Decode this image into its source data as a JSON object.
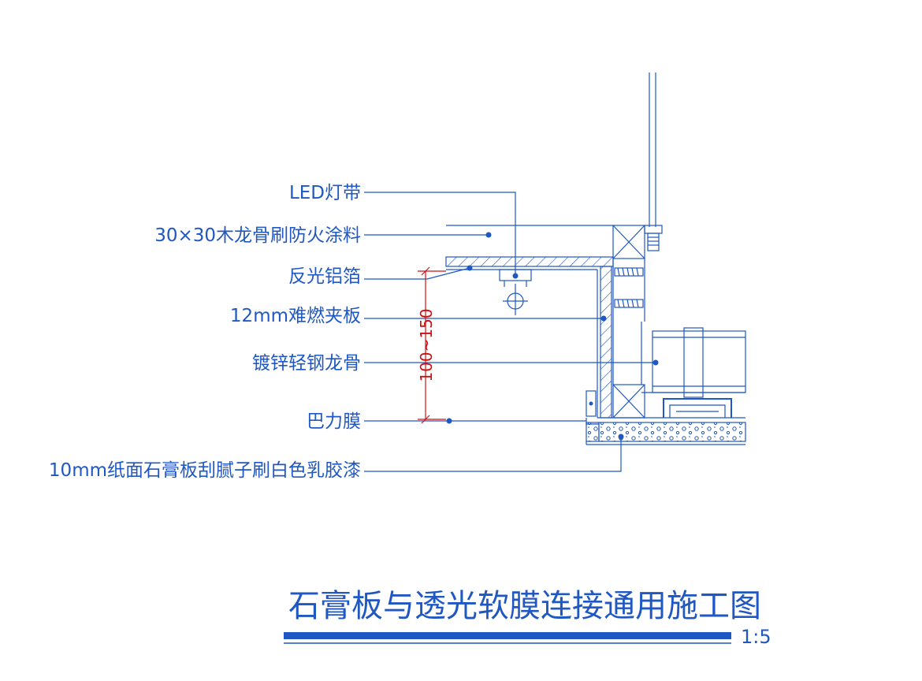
{
  "labels": {
    "led_strip": "LED灯带",
    "wood_keel": "30×30木龙骨刷防火涂料",
    "reflective_foil": "反光铝箔",
    "fire_board": "12mm难燃夹板",
    "steel_keel": "镀锌轻钢龙骨",
    "stretch_film": "巴力膜",
    "gypsum_board": "10mm纸面石膏板刮腻子刷白色乳胶漆"
  },
  "dimension": "100~150",
  "title": "石膏板与透光软膜连接通用施工图",
  "scale": "1:5",
  "colors": {
    "line": "#1f57c3",
    "dimension": "#d01010",
    "background": "#ffffff"
  }
}
